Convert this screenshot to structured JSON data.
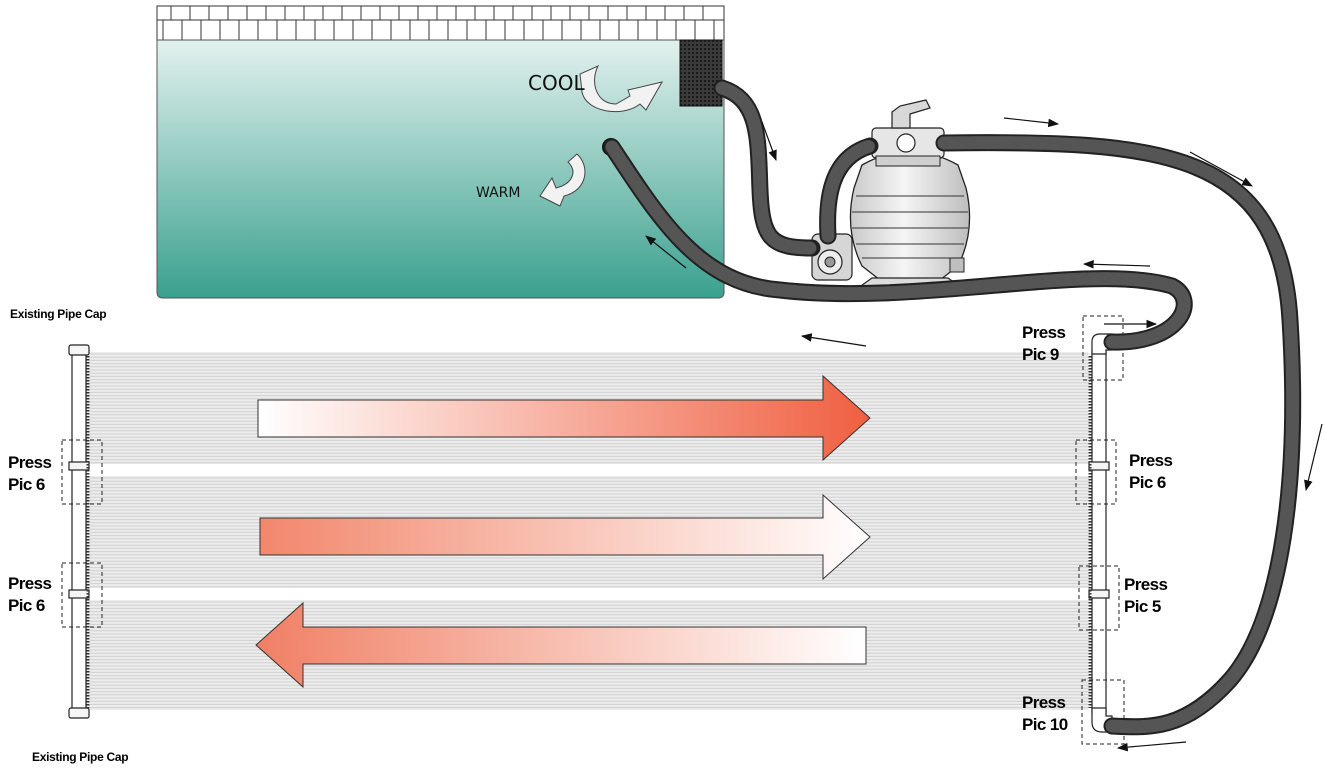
{
  "labels": {
    "cool": "COOL",
    "warm": "WARM",
    "cap_top": "Existing Pipe Cap",
    "cap_bottom": "Existing Pipe Cap",
    "press": "Press",
    "pic_left_1": "Pic 6",
    "pic_left_2": "Pic 6",
    "pic_right_top": "Pic 9",
    "pic_right_1": "Pic 6",
    "pic_right_2": "Pic 5",
    "pic_right_bottom": "Pic 10"
  },
  "icons": {
    "pool": "swimming-pool-icon",
    "pump": "sand-filter-pump-icon",
    "hose": "corrugated-hose-icon",
    "flow_arrow": "flow-arrow-icon",
    "solar_panel": "solar-panel-icon"
  },
  "colors": {
    "water_top": "#e2f1ee",
    "water_bottom": "#3aa08e",
    "arrow_hot": "#ef5f40",
    "arrow_light": "#ffffff",
    "hose": "#2b2b2b",
    "panel_line": "#d4d4d4"
  }
}
